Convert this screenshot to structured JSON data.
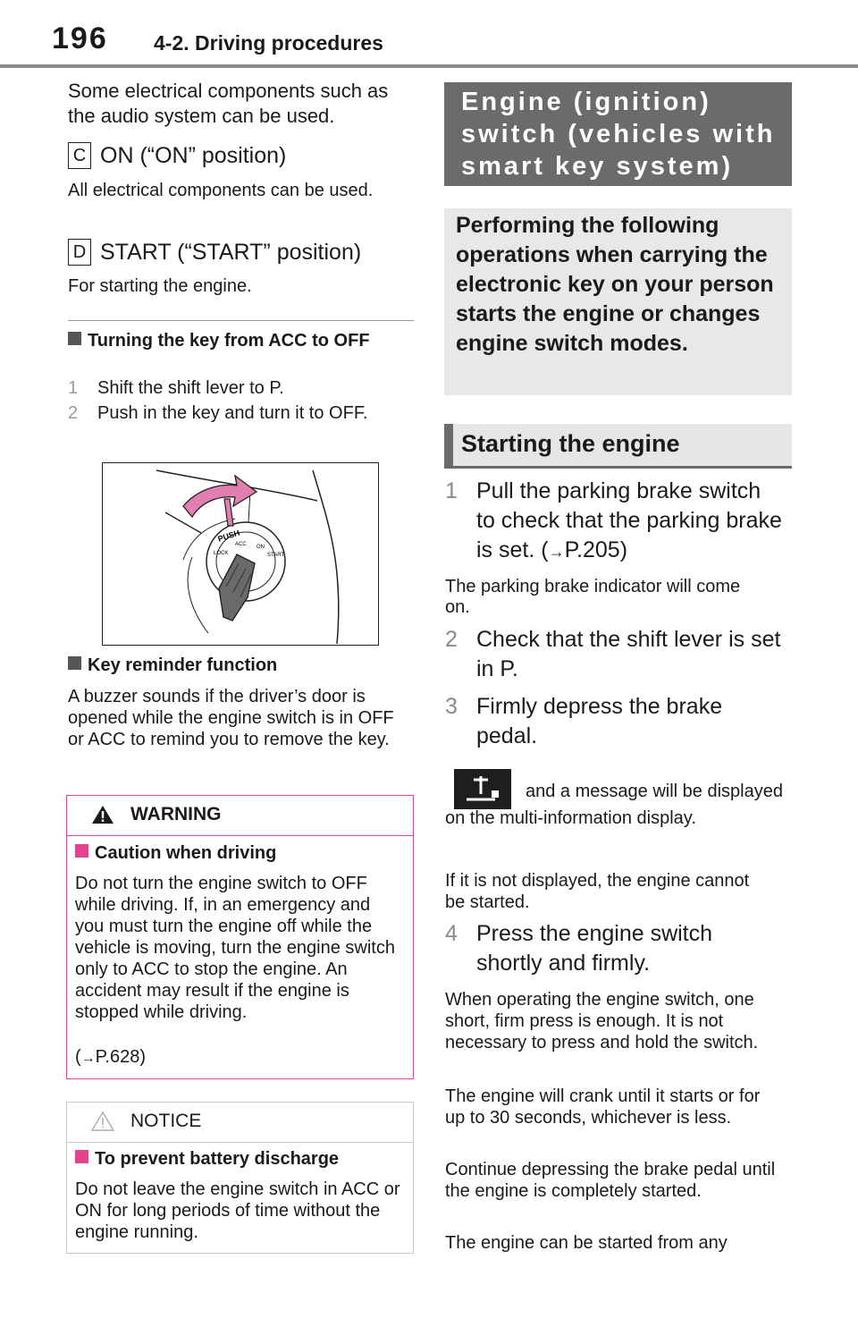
{
  "header": {
    "page_number": "196",
    "section": "4-2. Driving procedures"
  },
  "left": {
    "intro": "Some electrical components such as the audio system can be used.",
    "c_label": "C",
    "c_heading": "ON (“ON” position)",
    "c_text": "All electrical components can be used.",
    "d_label": "D",
    "d_heading": "START (“START” position)",
    "d_text": "For starting the engine.",
    "turning_heading": "Turning the key from ACC to OFF",
    "steps": [
      {
        "num": "1",
        "text": "Shift the shift lever to P."
      },
      {
        "num": "2",
        "text": "Push in the key and turn it to OFF."
      }
    ],
    "illustration_label": "PUSH",
    "illustration_positions": [
      "LOCK",
      "ACC",
      "ON",
      "START"
    ],
    "key_reminder_heading": "Key reminder function",
    "key_reminder_text": "A buzzer sounds if the driver’s door is opened while the engine switch is in OFF or ACC to remind you to remove the key."
  },
  "warning": {
    "title": "WARNING",
    "subheading": "Caution when driving",
    "text": "Do not turn the engine switch to OFF while driving. If, in an emergency and you must turn the engine off while the vehicle is moving, turn the engine switch only to ACC to stop the engine. An accident may result if the engine is stopped while driving.",
    "ref": "P.628)"
  },
  "notice": {
    "title": "NOTICE",
    "subheading": "To prevent battery discharge",
    "text": "Do not leave the engine switch in ACC or ON for long periods of time without the engine running."
  },
  "right": {
    "banner": "Engine (ignition) switch (vehicles with smart key system)",
    "intro": "Performing the following operations when carrying the electronic key on your person starts the engine or changes engine switch modes.",
    "subheading": "Starting the engine",
    "step1_num": "1",
    "step1": "Pull the parking brake switch to check that the parking brake is set.",
    "step1_ref": "P.205)",
    "step1_note": "The parking brake indicator will come on.",
    "step2_num": "2",
    "step2": "Check that the shift lever is set in P.",
    "step3_num": "3",
    "step3": "Firmly depress the brake pedal.",
    "step3_note": "and a message will be displayed on the multi-information display.",
    "step3_note2": "If it is not displayed, the engine cannot be started.",
    "step4_num": "4",
    "step4": "Press the engine switch shortly and firmly.",
    "step4_note1": "When operating the engine switch, one short, firm press is enough. It is not necessary to press and hold the switch.",
    "step4_note2": "The engine will crank until it starts or for up to 30 seconds, whichever is less.",
    "step4_note3": "Continue depressing the brake pedal until the engine is completely started.",
    "step4_note4": "The engine can be started from any"
  },
  "icons": {
    "arrow": "right-arrow-icon",
    "warning": "warning-triangle-icon",
    "brake": "brake-indicator-icon"
  }
}
